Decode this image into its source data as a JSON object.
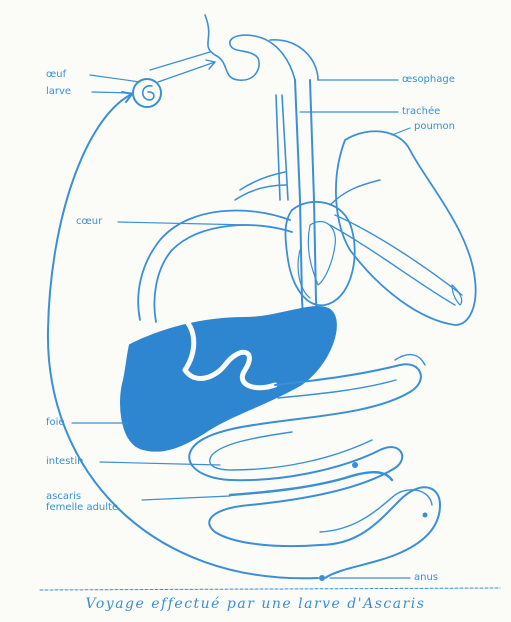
{
  "labels": {
    "oeuf": "œuf",
    "larve": "larve",
    "oesophage": "œsophage",
    "trachee": "trachée",
    "poumon": "poumon",
    "coeur": "cœur",
    "foie": "foie",
    "intestin": "intestin",
    "ascaris": "ascaris\nfemelle adulte",
    "anus": "anus"
  },
  "caption": "Voyage effectué par une larve d'Ascaris",
  "colors": {
    "ink": "#3b8fd6",
    "liver": "#2f86d0",
    "paper": "#fbfbf8"
  }
}
